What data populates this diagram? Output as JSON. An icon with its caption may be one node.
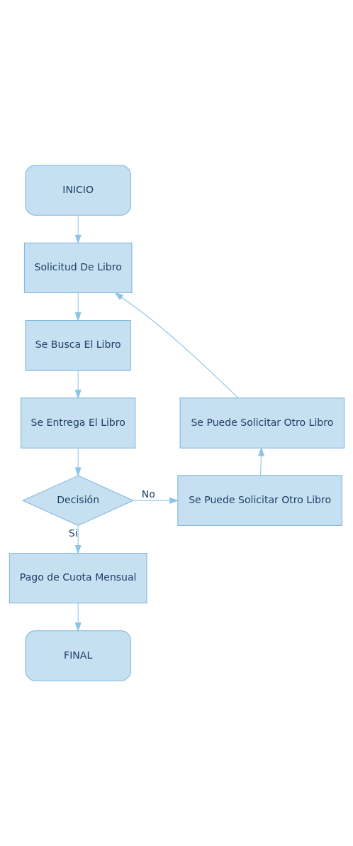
{
  "diagram": {
    "nodes": [
      {
        "text": [
          "INICIO"
        ]
      },
      {
        "text": [
          "Solicitud De Libro"
        ]
      },
      {
        "text": [
          "Se Busca El Libro"
        ]
      },
      {
        "text": [
          "Se Entrega El Libro"
        ]
      },
      {
        "text": [
          "Se Puede Solicitar Otro Libro"
        ]
      },
      {
        "text": [
          "Decisión"
        ]
      },
      {
        "text": [
          "Se Puede Solicitar Otro Libro"
        ]
      },
      {
        "text": [
          "Pago de Cuota Mensual"
        ]
      },
      {
        "text": [
          "FINAL"
        ]
      }
    ],
    "edges": [
      {
        "from": 0,
        "to": 1,
        "arrow": "to"
      },
      {
        "from": 1,
        "to": 2,
        "arrow": "to"
      },
      {
        "from": 2,
        "to": 3,
        "arrow": "to"
      },
      {
        "from": 3,
        "to": 5,
        "arrow": "to"
      },
      {
        "from": 5,
        "to": 6,
        "arrow": "to",
        "label": "No"
      },
      {
        "from": 6,
        "to": 4,
        "arrow": "to"
      },
      {
        "from": 4,
        "to": 1,
        "arrow": "to"
      },
      {
        "from": 5,
        "to": 7,
        "arrow": "to",
        "label": "Si"
      },
      {
        "from": 7,
        "to": 8,
        "arrow": "to"
      }
    ]
  }
}
